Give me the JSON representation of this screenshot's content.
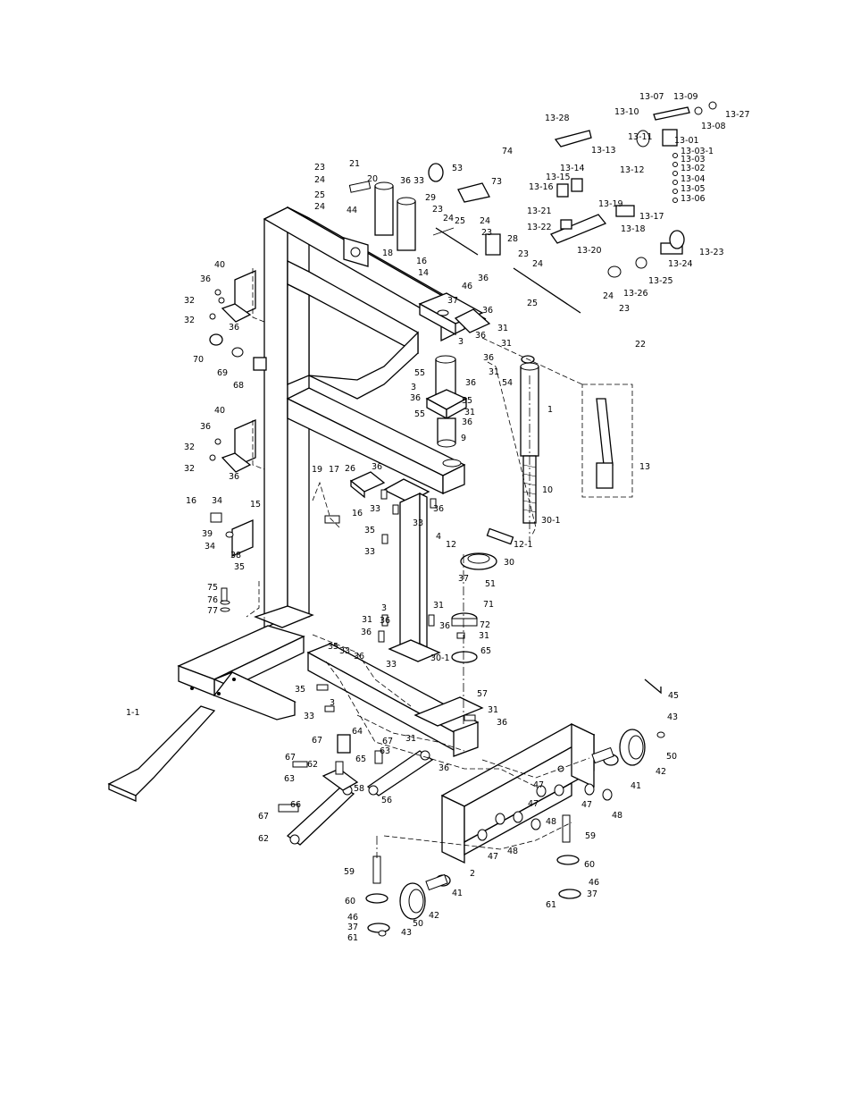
{
  "diagram": {
    "callouts": [
      {
        "id": "c-13-07",
        "text": "13-07"
      },
      {
        "id": "c-13-09",
        "text": "13-09"
      },
      {
        "id": "c-13-27",
        "text": "13-27"
      },
      {
        "id": "c-13-08",
        "text": "13-08"
      },
      {
        "id": "c-13-10",
        "text": "13-10"
      },
      {
        "id": "c-13-28",
        "text": "13-28"
      },
      {
        "id": "c-13-11",
        "text": "13-11"
      },
      {
        "id": "c-13-01",
        "text": "13-01"
      },
      {
        "id": "c-13-03-1",
        "text": "13-03-1"
      },
      {
        "id": "c-13-03",
        "text": "13-03"
      },
      {
        "id": "c-13-02",
        "text": "13-02"
      },
      {
        "id": "c-13-04",
        "text": "13-04"
      },
      {
        "id": "c-13-05",
        "text": "13-05"
      },
      {
        "id": "c-13-06",
        "text": "13-06"
      },
      {
        "id": "c-13-13",
        "text": "13-13"
      },
      {
        "id": "c-13-14",
        "text": "13-14"
      },
      {
        "id": "c-13-12",
        "text": "13-12"
      },
      {
        "id": "c-13-15",
        "text": "13-15"
      },
      {
        "id": "c-13-16",
        "text": "13-16"
      },
      {
        "id": "c-13-19",
        "text": "13-19"
      },
      {
        "id": "c-13-21",
        "text": "13-21"
      },
      {
        "id": "c-13-17",
        "text": "13-17"
      },
      {
        "id": "c-13-18",
        "text": "13-18"
      },
      {
        "id": "c-13-22",
        "text": "13-22"
      },
      {
        "id": "c-13-20",
        "text": "13-20"
      },
      {
        "id": "c-13-23",
        "text": "13-23"
      },
      {
        "id": "c-13-24",
        "text": "13-24"
      },
      {
        "id": "c-13-25",
        "text": "13-25"
      },
      {
        "id": "c-13-26",
        "text": "13-26"
      },
      {
        "id": "c-74",
        "text": "74"
      },
      {
        "id": "c-53",
        "text": "53"
      },
      {
        "id": "c-73",
        "text": "73"
      },
      {
        "id": "c-21",
        "text": "21"
      },
      {
        "id": "c-23a",
        "text": "23"
      },
      {
        "id": "c-24a",
        "text": "24"
      },
      {
        "id": "c-20",
        "text": "20"
      },
      {
        "id": "c-36a",
        "text": "36"
      },
      {
        "id": "c-33a",
        "text": "33"
      },
      {
        "id": "c-29",
        "text": "29"
      },
      {
        "id": "c-25a",
        "text": "25"
      },
      {
        "id": "c-24b",
        "text": "24"
      },
      {
        "id": "c-44",
        "text": "44"
      },
      {
        "id": "c-23b",
        "text": "23"
      },
      {
        "id": "c-24c",
        "text": "24"
      },
      {
        "id": "c-25b",
        "text": "25"
      },
      {
        "id": "c-24d",
        "text": "24"
      },
      {
        "id": "c-23c",
        "text": "23"
      },
      {
        "id": "c-28",
        "text": "28"
      },
      {
        "id": "c-23d",
        "text": "23"
      },
      {
        "id": "c-24e",
        "text": "24"
      },
      {
        "id": "c-18",
        "text": "18"
      },
      {
        "id": "c-16a",
        "text": "16"
      },
      {
        "id": "c-14",
        "text": "14"
      },
      {
        "id": "c-46a",
        "text": "46"
      },
      {
        "id": "c-36b",
        "text": "36"
      },
      {
        "id": "c-37a",
        "text": "37"
      },
      {
        "id": "c-25c",
        "text": "25"
      },
      {
        "id": "c-24f",
        "text": "24"
      },
      {
        "id": "c-23e",
        "text": "23"
      },
      {
        "id": "c-22",
        "text": "22"
      },
      {
        "id": "c-40a",
        "text": "40"
      },
      {
        "id": "c-36c",
        "text": "36"
      },
      {
        "id": "c-32a",
        "text": "32"
      },
      {
        "id": "c-36d",
        "text": "36"
      },
      {
        "id": "c-32b",
        "text": "32"
      },
      {
        "id": "c-36e",
        "text": "36"
      },
      {
        "id": "c-31a",
        "text": "31"
      },
      {
        "id": "c-3a",
        "text": "3"
      },
      {
        "id": "c-36f",
        "text": "36"
      },
      {
        "id": "c-31b",
        "text": "31"
      },
      {
        "id": "c-36g",
        "text": "36"
      },
      {
        "id": "c-31c",
        "text": "31"
      },
      {
        "id": "c-70",
        "text": "70"
      },
      {
        "id": "c-69",
        "text": "69"
      },
      {
        "id": "c-68",
        "text": "68"
      },
      {
        "id": "c-55a",
        "text": "55"
      },
      {
        "id": "c-3b",
        "text": "3"
      },
      {
        "id": "c-36h",
        "text": "36"
      },
      {
        "id": "c-55b",
        "text": "55"
      },
      {
        "id": "c-31d",
        "text": "31"
      },
      {
        "id": "c-36i",
        "text": "36"
      },
      {
        "id": "c-55c",
        "text": "55"
      },
      {
        "id": "c-36j",
        "text": "36"
      },
      {
        "id": "c-9",
        "text": "9"
      },
      {
        "id": "c-54",
        "text": "54"
      },
      {
        "id": "c-1",
        "text": "1"
      },
      {
        "id": "c-13",
        "text": "13"
      },
      {
        "id": "c-40b",
        "text": "40"
      },
      {
        "id": "c-36k",
        "text": "36"
      },
      {
        "id": "c-32c",
        "text": "32"
      },
      {
        "id": "c-32d",
        "text": "32"
      },
      {
        "id": "c-36l",
        "text": "36"
      },
      {
        "id": "c-19",
        "text": "19"
      },
      {
        "id": "c-17",
        "text": "17"
      },
      {
        "id": "c-26",
        "text": "26"
      },
      {
        "id": "c-36m",
        "text": "36"
      },
      {
        "id": "c-10",
        "text": "10"
      },
      {
        "id": "c-16b",
        "text": "16"
      },
      {
        "id": "c-34a",
        "text": "34"
      },
      {
        "id": "c-15",
        "text": "15"
      },
      {
        "id": "c-33b",
        "text": "33"
      },
      {
        "id": "c-36n",
        "text": "36"
      },
      {
        "id": "c-16c",
        "text": "16"
      },
      {
        "id": "c-33c",
        "text": "33"
      },
      {
        "id": "c-4",
        "text": "4"
      },
      {
        "id": "c-30-1a",
        "text": "30-1"
      },
      {
        "id": "c-39",
        "text": "39"
      },
      {
        "id": "c-34b",
        "text": "34"
      },
      {
        "id": "c-35a",
        "text": "35"
      },
      {
        "id": "c-38",
        "text": "38"
      },
      {
        "id": "c-35b",
        "text": "35"
      },
      {
        "id": "c-33d",
        "text": "33"
      },
      {
        "id": "c-12",
        "text": "12"
      },
      {
        "id": "c-12-1",
        "text": "12-1"
      },
      {
        "id": "c-30",
        "text": "30"
      },
      {
        "id": "c-37b",
        "text": "37"
      },
      {
        "id": "c-51",
        "text": "51"
      },
      {
        "id": "c-75",
        "text": "75"
      },
      {
        "id": "c-76",
        "text": "76"
      },
      {
        "id": "c-77",
        "text": "77"
      },
      {
        "id": "c-3c",
        "text": "3"
      },
      {
        "id": "c-31e",
        "text": "31"
      },
      {
        "id": "c-71",
        "text": "71"
      },
      {
        "id": "c-31f",
        "text": "31"
      },
      {
        "id": "c-36o",
        "text": "36"
      },
      {
        "id": "c-72",
        "text": "72"
      },
      {
        "id": "c-36p",
        "text": "36"
      },
      {
        "id": "c-36q",
        "text": "36"
      },
      {
        "id": "c-31g",
        "text": "31"
      },
      {
        "id": "c-35c",
        "text": "35"
      },
      {
        "id": "c-33e",
        "text": "33"
      },
      {
        "id": "c-36r",
        "text": "36"
      },
      {
        "id": "c-65",
        "text": "65"
      },
      {
        "id": "c-30-1b",
        "text": "30-1"
      },
      {
        "id": "c-33f",
        "text": "33"
      },
      {
        "id": "c-35d",
        "text": "35"
      },
      {
        "id": "c-57",
        "text": "57"
      },
      {
        "id": "c-45",
        "text": "45"
      },
      {
        "id": "c-1-1",
        "text": "1-1"
      },
      {
        "id": "c-33g",
        "text": "33"
      },
      {
        "id": "c-3d",
        "text": "3"
      },
      {
        "id": "c-31h",
        "text": "31"
      },
      {
        "id": "c-36s",
        "text": "36"
      },
      {
        "id": "c-43a",
        "text": "43"
      },
      {
        "id": "c-64",
        "text": "64"
      },
      {
        "id": "c-67a",
        "text": "67"
      },
      {
        "id": "c-67b",
        "text": "67"
      },
      {
        "id": "c-63a",
        "text": "63"
      },
      {
        "id": "c-31i",
        "text": "31"
      },
      {
        "id": "c-67c",
        "text": "67"
      },
      {
        "id": "c-65b",
        "text": "65"
      },
      {
        "id": "c-62a",
        "text": "62"
      },
      {
        "id": "c-36t",
        "text": "36"
      },
      {
        "id": "c-50a",
        "text": "50"
      },
      {
        "id": "c-42a",
        "text": "42"
      },
      {
        "id": "c-63b",
        "text": "63"
      },
      {
        "id": "c-58",
        "text": "58"
      },
      {
        "id": "c-41a",
        "text": "41"
      },
      {
        "id": "c-47a",
        "text": "47"
      },
      {
        "id": "c-66",
        "text": "66"
      },
      {
        "id": "c-56",
        "text": "56"
      },
      {
        "id": "c-47b",
        "text": "47"
      },
      {
        "id": "c-48a",
        "text": "48"
      },
      {
        "id": "c-67d",
        "text": "67"
      },
      {
        "id": "c-47c",
        "text": "47"
      },
      {
        "id": "c-48b",
        "text": "48"
      },
      {
        "id": "c-62b",
        "text": "62"
      },
      {
        "id": "c-47d",
        "text": "47"
      },
      {
        "id": "c-48c",
        "text": "48"
      },
      {
        "id": "c-59a",
        "text": "59"
      },
      {
        "id": "c-2",
        "text": "2"
      },
      {
        "id": "c-60a",
        "text": "60"
      },
      {
        "id": "c-59b",
        "text": "59"
      },
      {
        "id": "c-46b",
        "text": "46"
      },
      {
        "id": "c-37c",
        "text": "37"
      },
      {
        "id": "c-41b",
        "text": "41"
      },
      {
        "id": "c-61a",
        "text": "61"
      },
      {
        "id": "c-60b",
        "text": "60"
      },
      {
        "id": "c-42b",
        "text": "42"
      },
      {
        "id": "c-46c",
        "text": "46"
      },
      {
        "id": "c-50b",
        "text": "50"
      },
      {
        "id": "c-37d",
        "text": "37"
      },
      {
        "id": "c-43b",
        "text": "43"
      },
      {
        "id": "c-61b",
        "text": "61"
      }
    ]
  }
}
